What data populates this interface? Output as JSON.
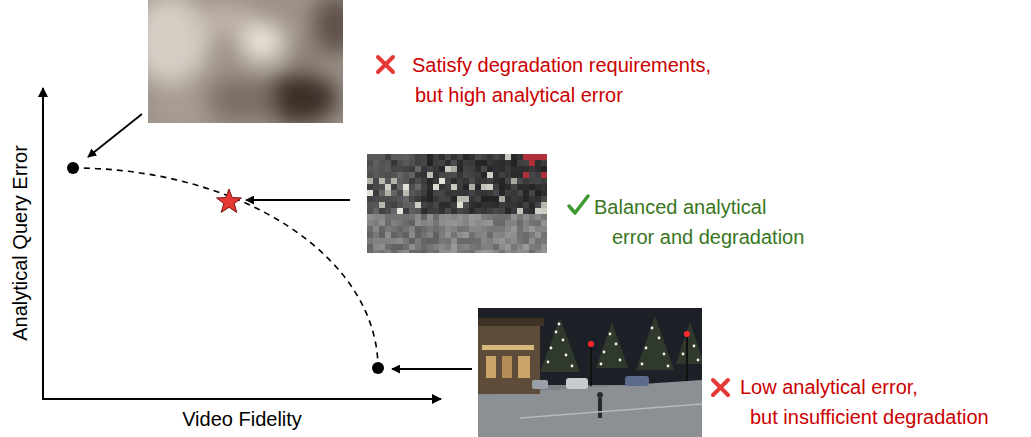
{
  "diagram": {
    "labels": [
      "Analytical Query Error",
      "Video Fidelity",
      "Satisfy degradation requirements, but high analytical error",
      "Balanced analytical error and degradation",
      "Low analytical error, but insufficient degradation"
    ]
  }
}
